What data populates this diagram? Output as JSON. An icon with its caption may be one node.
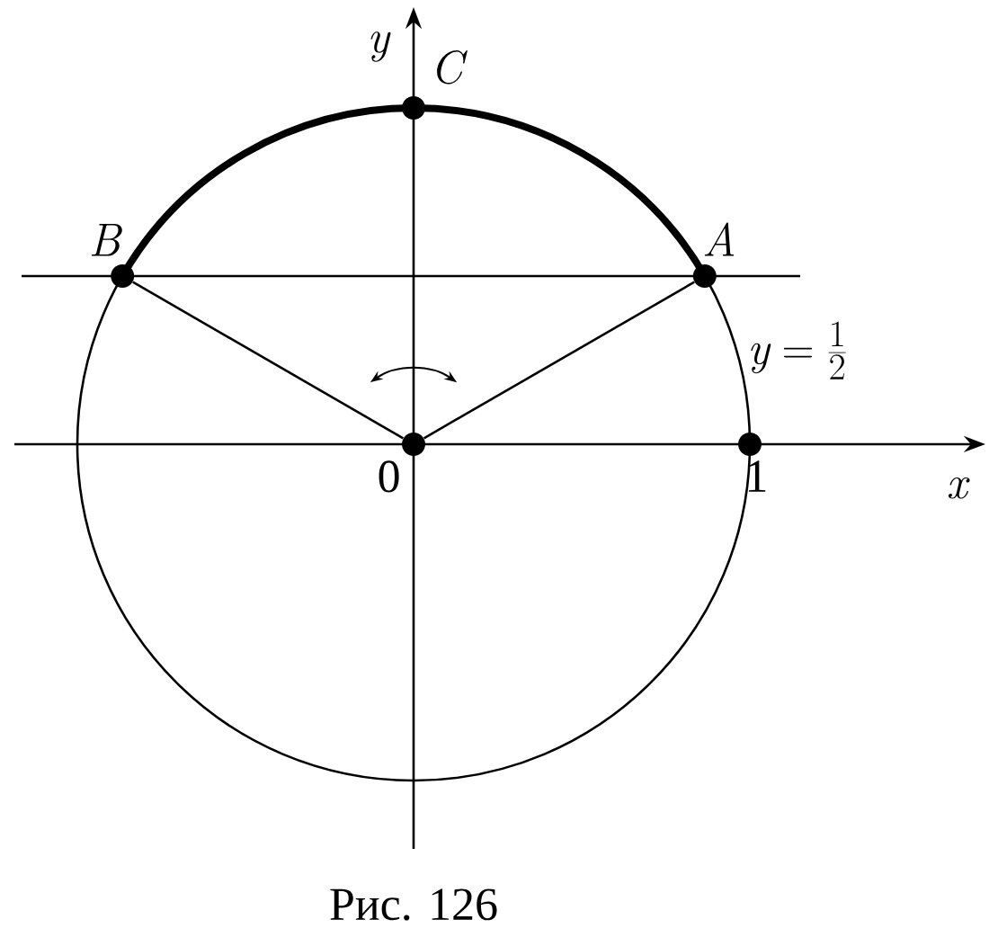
{
  "diagram": {
    "caption": "Рис. 126",
    "nodes": [
      {
        "text": [
          "0"
        ]
      },
      {
        "text": [
          "A"
        ]
      },
      {
        "text": [
          "B"
        ]
      },
      {
        "text": [
          "C"
        ]
      },
      {
        "text": [
          "1"
        ]
      }
    ],
    "edges": [
      {
        "from": 0,
        "to": 1,
        "arrow": "none"
      },
      {
        "from": 0,
        "to": 2,
        "arrow": "none"
      },
      {
        "from": 2,
        "to": 3,
        "arrow": "none",
        "style": "thick"
      },
      {
        "from": 3,
        "to": 1,
        "arrow": "none",
        "style": "thick"
      }
    ],
    "labels": [
      "y",
      "x",
      "y = \\frac{1}{2}"
    ]
  }
}
